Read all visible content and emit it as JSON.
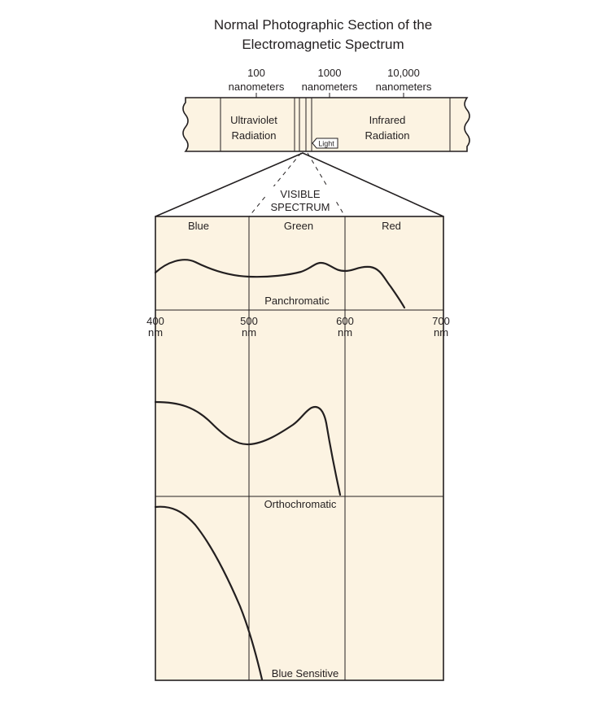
{
  "figure": {
    "title_line1": "Normal Photographic Section of the",
    "title_line2": "Electromagnetic Spectrum",
    "colors": {
      "panel_fill": "#fcf3e2",
      "ink": "#231f20",
      "background": "#ffffff"
    },
    "spectrum_band": {
      "ticks": [
        {
          "value": "100",
          "unit": "nanometers"
        },
        {
          "value": "1000",
          "unit": "nanometers"
        },
        {
          "value": "10,000",
          "unit": "nanometers"
        }
      ],
      "ultraviolet_line1": "Ultraviolet",
      "ultraviolet_line2": "Radiation",
      "infrared_line1": "Infrared",
      "infrared_line2": "Radiation",
      "light_tag": "Light"
    },
    "visible_label_line1": "VISIBLE",
    "visible_label_line2": "SPECTRUM",
    "color_bands": [
      "Blue",
      "Green",
      "Red"
    ],
    "wavelength_axis": [
      {
        "value": "400",
        "unit": "nm"
      },
      {
        "value": "500",
        "unit": "nm"
      },
      {
        "value": "600",
        "unit": "nm"
      },
      {
        "value": "700",
        "unit": "nm"
      }
    ],
    "film_types": {
      "panchromatic": "Panchromatic",
      "orthochromatic": "Orthochromatic",
      "blue_sensitive": "Blue Sensitive"
    }
  }
}
